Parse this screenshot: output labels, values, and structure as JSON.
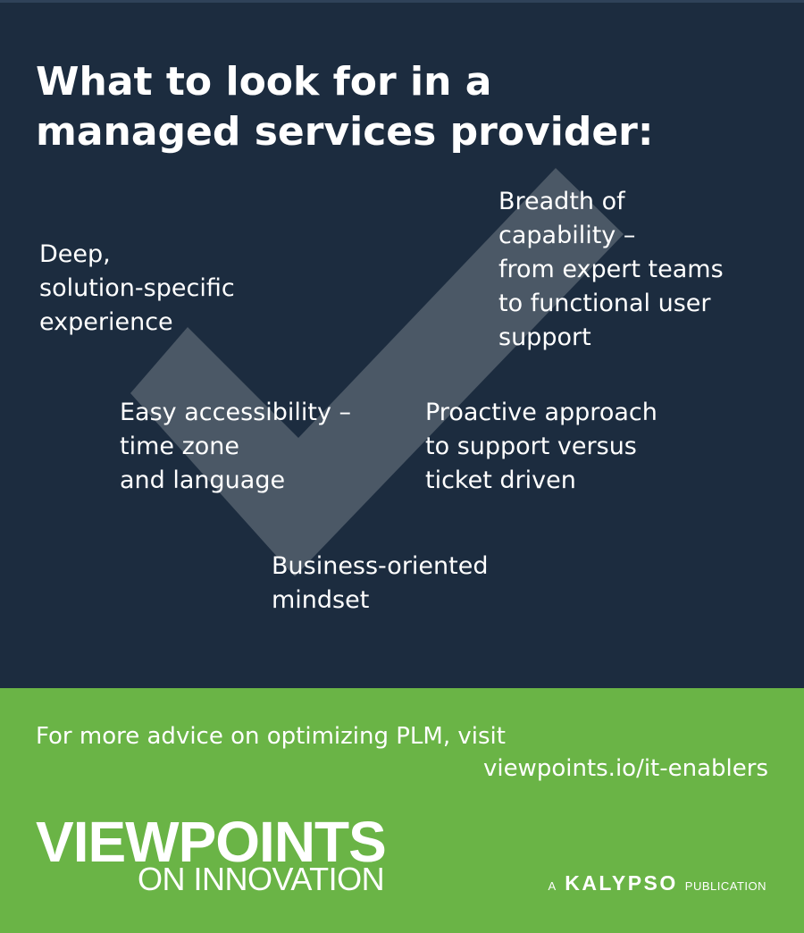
{
  "header": {
    "title_line1": "What to look for in a",
    "title_line2": "managed services provider:"
  },
  "checkmark": {
    "icon": "checkmark-icon",
    "color": "#4b5866"
  },
  "points": [
    {
      "lines": [
        "Deep,",
        "solution-specific",
        "experience"
      ]
    },
    {
      "lines": [
        "Breadth of",
        "capability –",
        "from expert teams",
        "to functional user",
        "support"
      ]
    },
    {
      "lines": [
        "Easy accessibility –",
        "time zone",
        "and language"
      ]
    },
    {
      "lines": [
        "Proactive approach",
        "to support versus",
        "ticket driven"
      ]
    },
    {
      "lines": [
        "Business-oriented",
        "mindset"
      ]
    }
  ],
  "footer": {
    "advice": "For more advice on optimizing PLM, visit",
    "link": "viewpoints.io/it-enablers",
    "logo_line1": "VIEWPOINTS",
    "logo_line2": "ON INNOVATION",
    "publication_a": "A",
    "publication_brand": "KALYPSO",
    "publication_suffix": "PUBLICATION"
  },
  "colors": {
    "top_background": "#1c2c3f",
    "bottom_background": "#6ab446",
    "text": "#ffffff"
  }
}
